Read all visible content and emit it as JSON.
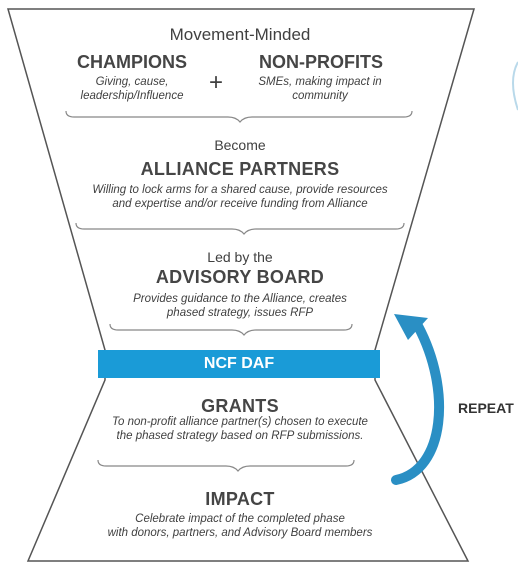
{
  "top": {
    "heading": "Movement-Minded",
    "champions": {
      "title": "CHAMPIONS",
      "line1": "Giving, cause,",
      "line2": "leadership/Influence"
    },
    "plus": "+",
    "nonprofits": {
      "title": "NON-PROFITS",
      "line1": "SMEs, making impact in",
      "line2": "community"
    }
  },
  "alliance": {
    "lead": "Become",
    "title": "ALLIANCE PARTNERS",
    "line1": "Willing to lock arms for a shared cause, provide resources",
    "line2": "and expertise and/or receive funding from Alliance"
  },
  "advisory": {
    "lead": "Led by the",
    "title": "ADVISORY BOARD",
    "line1": "Provides guidance to the Alliance, creates",
    "line2": "phased strategy, issues RFP"
  },
  "banner": {
    "label": "NCF DAF"
  },
  "grants": {
    "title": "GRANTS",
    "line1": "To non-profit alliance partner(s) chosen to execute",
    "line2": "the phased strategy based on RFP submissions."
  },
  "impact": {
    "title": "IMPACT",
    "line1": "Celebrate impact of the completed phase",
    "line2": "with donors, partners, and Advisory Board members"
  },
  "repeat": {
    "label": "REPEAT"
  },
  "colors": {
    "banner": "#1a9bd7",
    "arrow": "#2a8fc4",
    "outline": "#555555",
    "text": "#404040"
  }
}
